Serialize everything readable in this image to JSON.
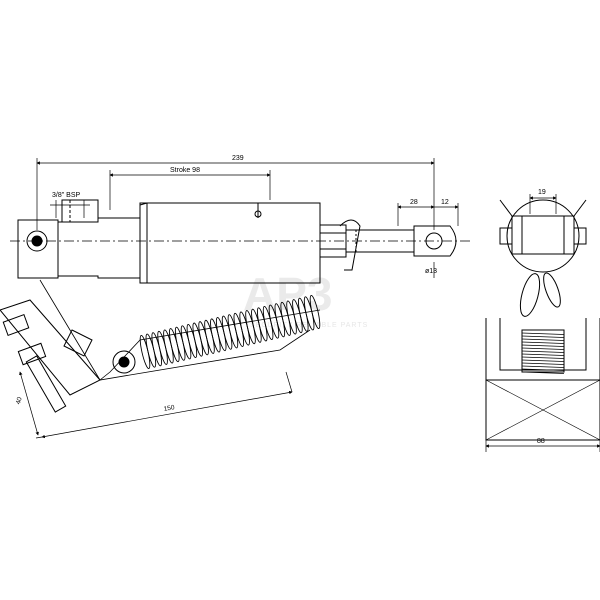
{
  "dimensions": {
    "overall_length": "239",
    "stroke": "Stroke 98",
    "port": "3/8\" BSP",
    "clevis_length": "28",
    "clevis_end": "12",
    "pin_diameter": "ø13",
    "bracket_height": "40",
    "bracket_length": "150",
    "side_top": "19",
    "side_base": "88"
  },
  "watermark": {
    "logo": "AP3",
    "tagline": "SECURITY RELIABLE PARTS"
  }
}
